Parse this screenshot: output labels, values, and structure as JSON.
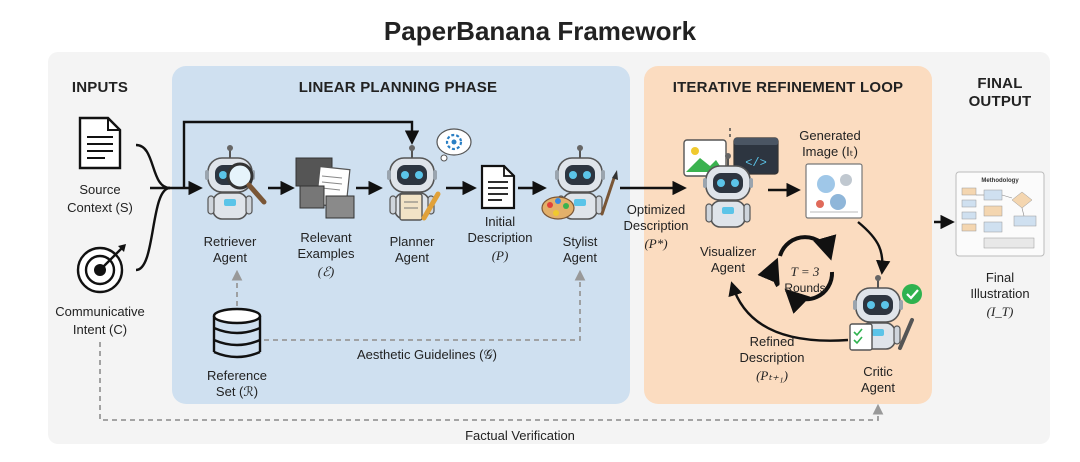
{
  "title": "PaperBanana Framework",
  "sections": {
    "inputs": "INPUTS",
    "linear": "LINEAR PLANNING PHASE",
    "iterative": "ITERATIVE REFINEMENT LOOP",
    "final_1": "FINAL",
    "final_2": "OUTPUT"
  },
  "inputs": {
    "source_1": "Source",
    "source_2": "Context (S)",
    "intent_1": "Communicative",
    "intent_2": "Intent (C)"
  },
  "nodes": {
    "retriever_1": "Retriever",
    "retriever_2": "Agent",
    "examples_1": "Relevant",
    "examples_2": "Examples",
    "examples_3": "(ℰ)",
    "planner_1": "Planner",
    "planner_2": "Agent",
    "initial_1": "Initial",
    "initial_2": "Description",
    "initial_3": "(P)",
    "stylist_1": "Stylist",
    "stylist_2": "Agent",
    "optimized_1": "Optimized",
    "optimized_2": "Description",
    "optimized_3": "(P*)",
    "visualizer_1": "Visualizer",
    "visualizer_2": "Agent",
    "generated_1": "Generated",
    "generated_2": "Image (Iₜ)",
    "rounds_1": "T = 3",
    "rounds_2": "Rounds",
    "refined_1": "Refined",
    "refined_2": "Description",
    "refined_3": "(Pₜ₊₁)",
    "critic_1": "Critic",
    "critic_2": "Agent",
    "reference_1": "Reference",
    "reference_2": "Set (ℛ)",
    "aesthetic": "Aesthetic Guidelines (𝒢)",
    "final_1": "Final",
    "final_2": "Illustration",
    "final_3": "(I_T)",
    "factual": "Factual Verification",
    "thumb_title": "Methodology"
  },
  "colors": {
    "linear_bg": "#cfe0f0",
    "iterative_bg": "#fbdcc0",
    "outer_bg": "#f4f4f4",
    "robot": "#dfe4ea",
    "robot_eye": "#5bc4e8",
    "check": "#2fb24f"
  }
}
